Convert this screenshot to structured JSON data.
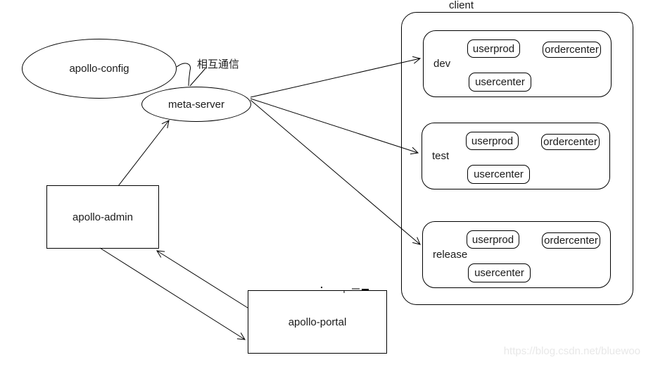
{
  "diagram": {
    "nodes": {
      "apollo_config": "apollo-config",
      "meta_server": "meta-server",
      "apollo_admin": "apollo-admin",
      "apollo_portal": "apollo-portal"
    },
    "link_label": "相互通信",
    "client": {
      "label": "client",
      "envs": [
        {
          "label": "dev",
          "services": [
            "userprod",
            "ordercenter",
            "usercenter"
          ]
        },
        {
          "label": "test",
          "services": [
            "userprod",
            "ordercenter",
            "usercenter"
          ]
        },
        {
          "label": "release",
          "services": [
            "userprod",
            "ordercenter",
            "usercenter"
          ]
        }
      ]
    },
    "watermark": "https://blog.csdn.net/bluewoo",
    "colors": {
      "line": "#000000",
      "text": "#1a1a1a",
      "watermark": "#e8e8e8",
      "background": "#ffffff"
    }
  }
}
